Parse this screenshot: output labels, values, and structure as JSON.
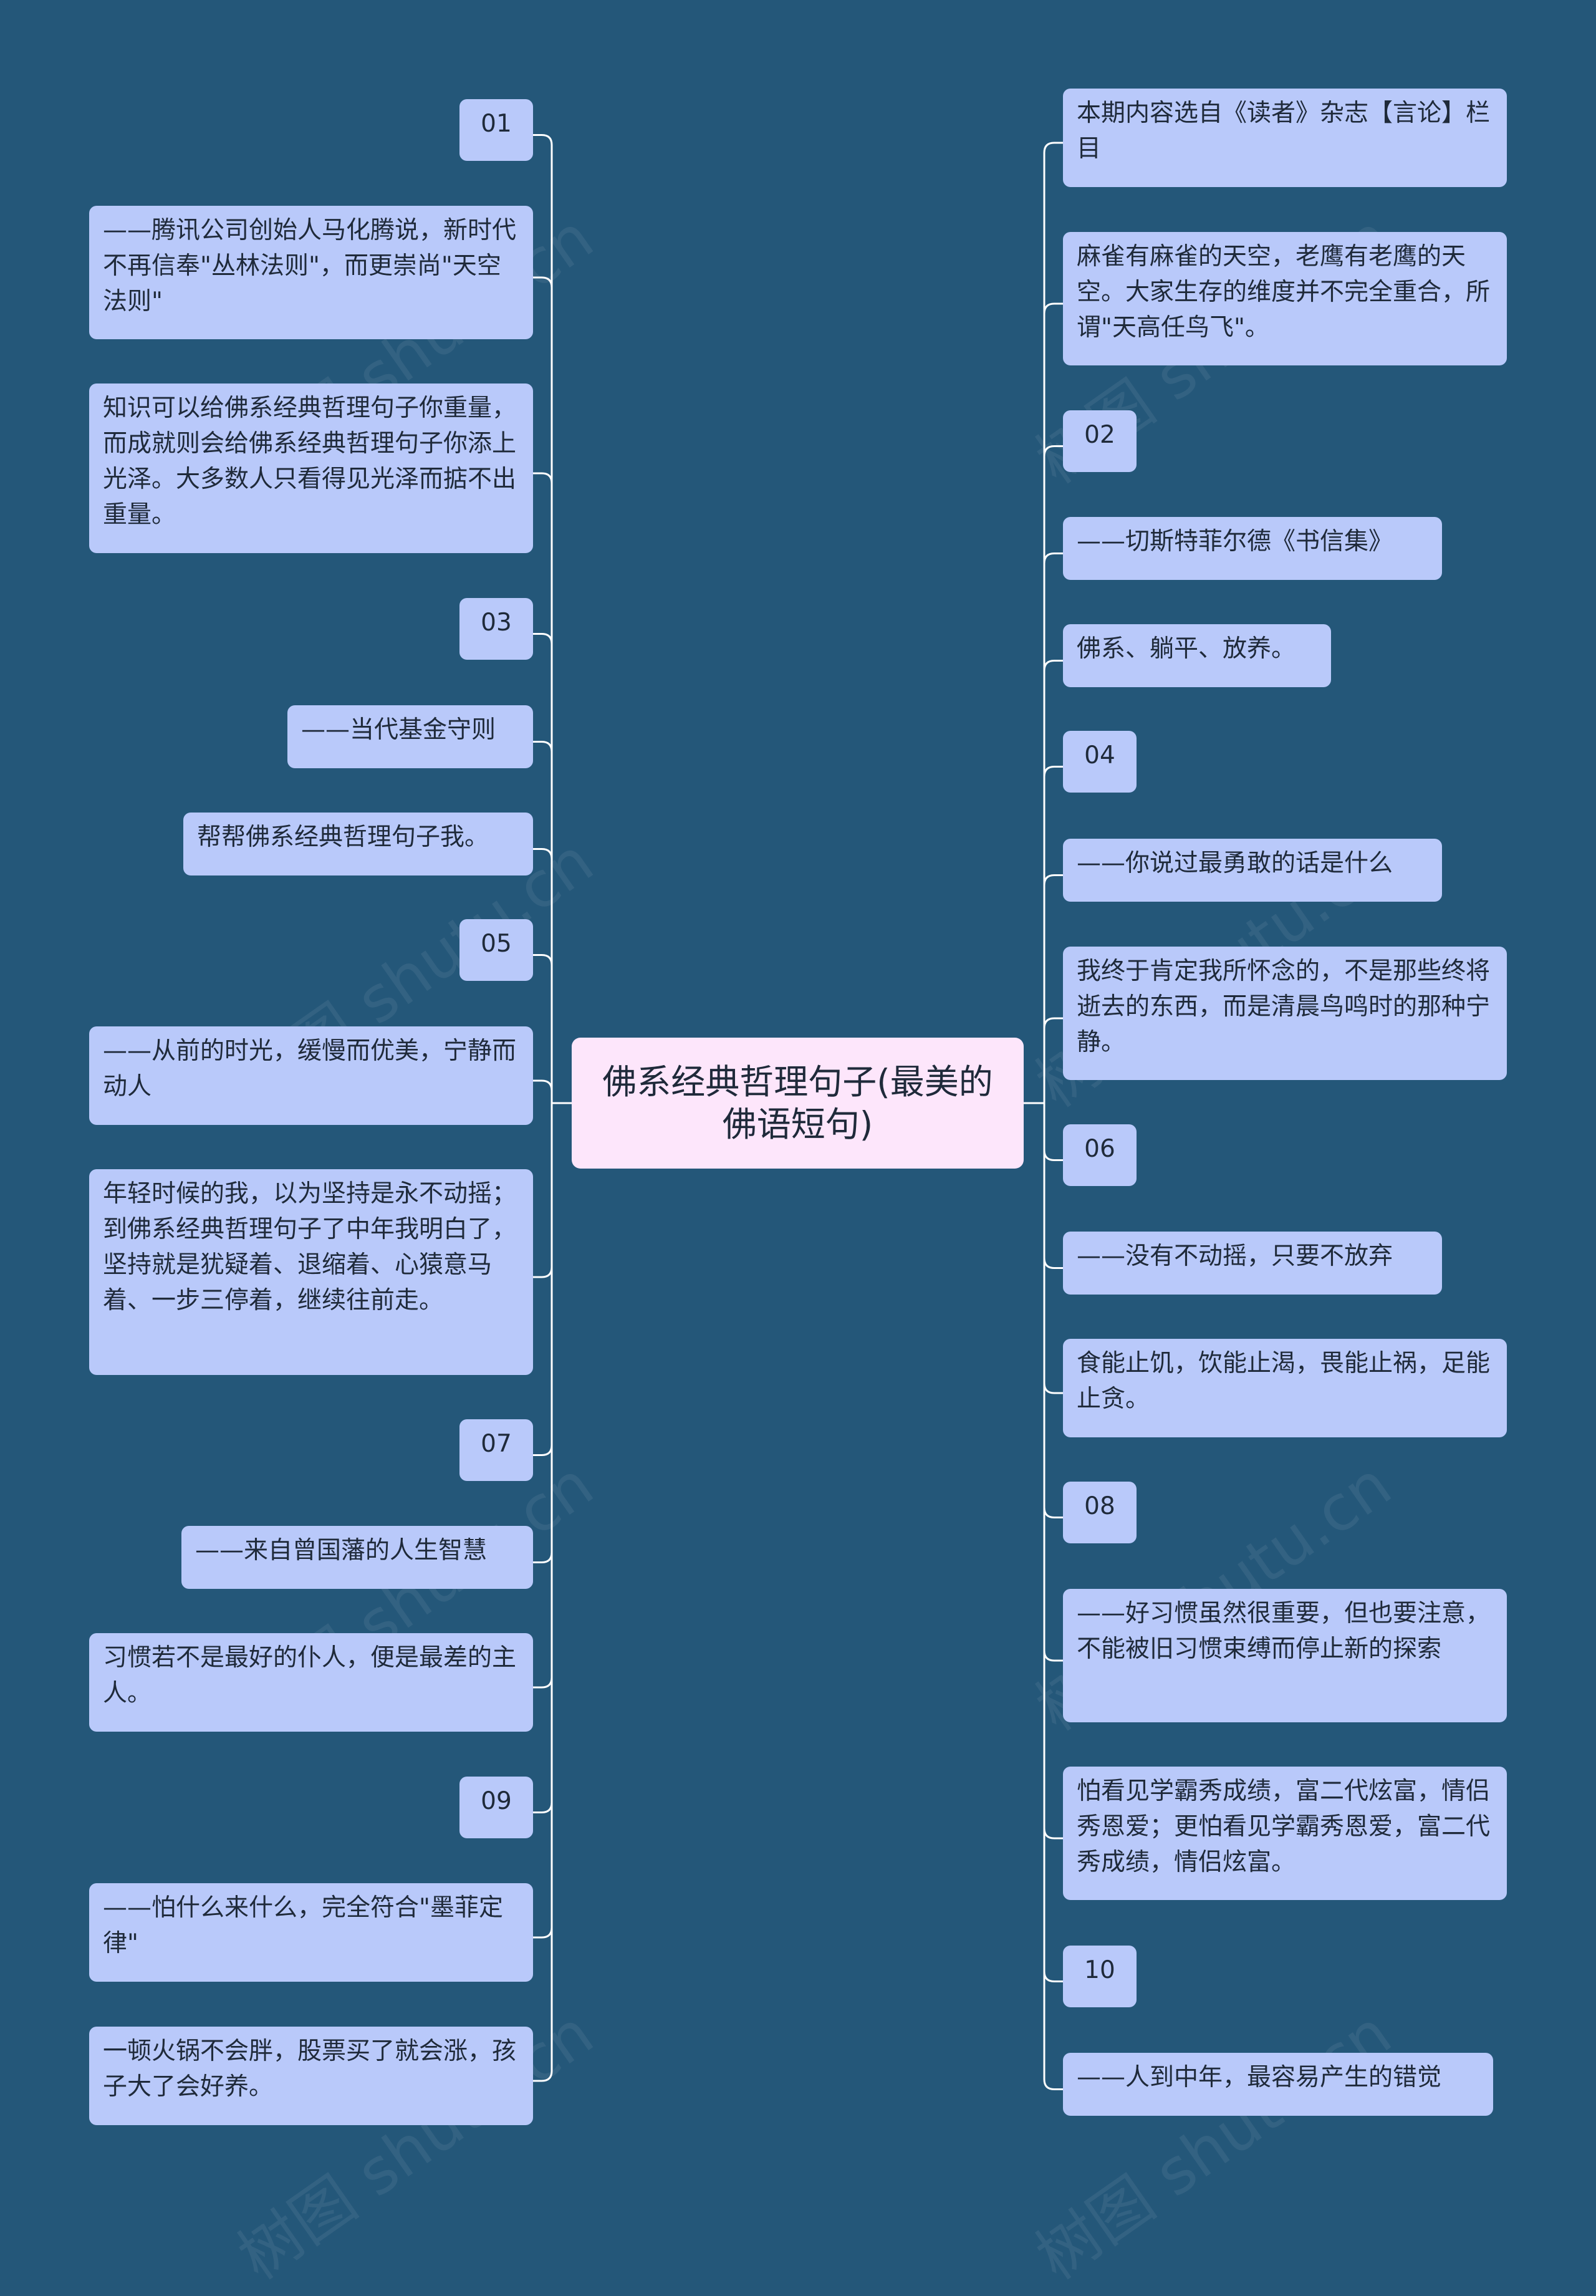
{
  "root": {
    "label": "佛系经典哲理句子(最美的佛语短句)"
  },
  "watermark": "树图 shutu.cn",
  "colors": {
    "background": "#245779",
    "node": "#b9c9fa",
    "root": "#fde6fb",
    "line": "#ffffff"
  },
  "left": [
    {
      "label": "01"
    },
    {
      "label": "——腾讯公司创始人马化腾说，新时代不再信奉\"丛林法则\"，而更崇尚\"天空法则\""
    },
    {
      "label": "知识可以给佛系经典哲理句子你重量，而成就则会给佛系经典哲理句子你添上光泽。大多数人只看得见光泽而掂不出重量。"
    },
    {
      "label": "03"
    },
    {
      "label": "——当代基金守则"
    },
    {
      "label": "帮帮佛系经典哲理句子我。"
    },
    {
      "label": "05"
    },
    {
      "label": "——从前的时光，缓慢而优美，宁静而动人"
    },
    {
      "label": "年轻时候的我，以为坚持是永不动摇；到佛系经典哲理句子了中年我明白了，坚持就是犹疑着、退缩着、心猿意马着、一步三停着，继续往前走。"
    },
    {
      "label": "07"
    },
    {
      "label": "——来自曾国藩的人生智慧"
    },
    {
      "label": "习惯若不是最好的仆人，便是最差的主人。"
    },
    {
      "label": "09"
    },
    {
      "label": "——怕什么来什么，完全符合\"墨菲定律\""
    },
    {
      "label": "一顿火锅不会胖，股票买了就会涨，孩子大了会好养。"
    }
  ],
  "right": [
    {
      "label": "本期内容选自《读者》杂志【言论】栏目"
    },
    {
      "label": "麻雀有麻雀的天空，老鹰有老鹰的天空。大家生存的维度并不完全重合，所谓\"天高任鸟飞\"。"
    },
    {
      "label": "02"
    },
    {
      "label": "——切斯特菲尔德《书信集》"
    },
    {
      "label": "佛系、躺平、放养。"
    },
    {
      "label": "04"
    },
    {
      "label": "——你说过最勇敢的话是什么"
    },
    {
      "label": "我终于肯定我所怀念的，不是那些终将逝去的东西，而是清晨鸟鸣时的那种宁静。"
    },
    {
      "label": "06"
    },
    {
      "label": "——没有不动摇，只要不放弃"
    },
    {
      "label": "食能止饥，饮能止渴，畏能止祸，足能止贪。"
    },
    {
      "label": "08"
    },
    {
      "label": "——好习惯虽然很重要，但也要注意，不能被旧习惯束缚而停止新的探索"
    },
    {
      "label": "怕看见学霸秀成绩，富二代炫富，情侣秀恩爱；更怕看见学霸秀恩爱，富二代秀成绩，情侣炫富。"
    },
    {
      "label": "10"
    },
    {
      "label": "——人到中年，最容易产生的错觉"
    }
  ]
}
